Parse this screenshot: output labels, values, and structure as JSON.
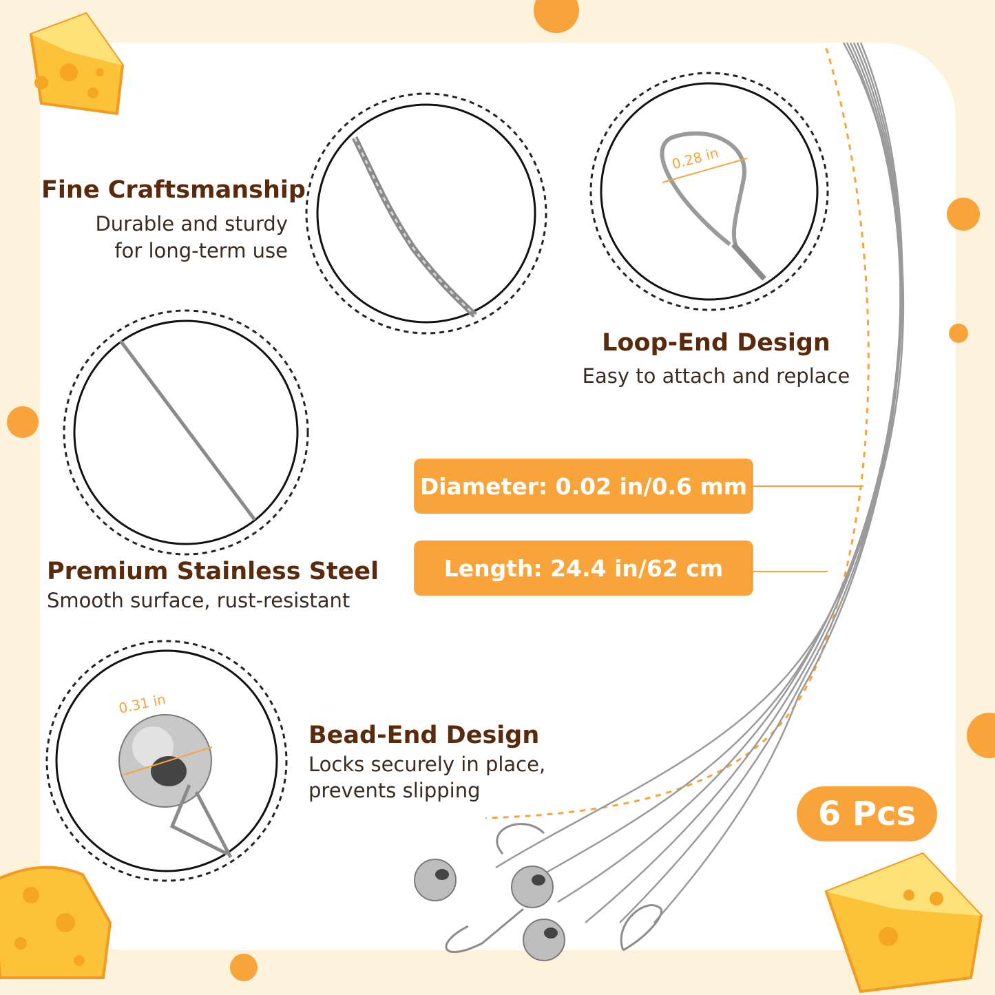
{
  "features": {
    "craftsmanship": {
      "title": "Fine Craftsmanship",
      "line1": "Durable and sturdy",
      "line2": "for long-term use"
    },
    "loop_end": {
      "title": "Loop-End Design",
      "line1": "Easy to attach and replace",
      "dimension": "0.28 in"
    },
    "steel": {
      "title": "Premium Stainless Steel",
      "line1": "Smooth surface, rust-resistant"
    },
    "bead_end": {
      "title": "Bead-End Design",
      "line1": "Locks securely in place,",
      "line2": "prevents slipping",
      "dimension": "0.31 in"
    }
  },
  "specs": {
    "diameter": "Diameter: 0.02 in/0.6 mm",
    "length": "Length: 24.4 in/62 cm"
  },
  "quantity_badge": "6 Pcs",
  "colors": {
    "accent": "#f9a43a",
    "title_brown": "#5a2a0c",
    "cheese": "#fcc33a",
    "background": "#fdf3dc"
  }
}
